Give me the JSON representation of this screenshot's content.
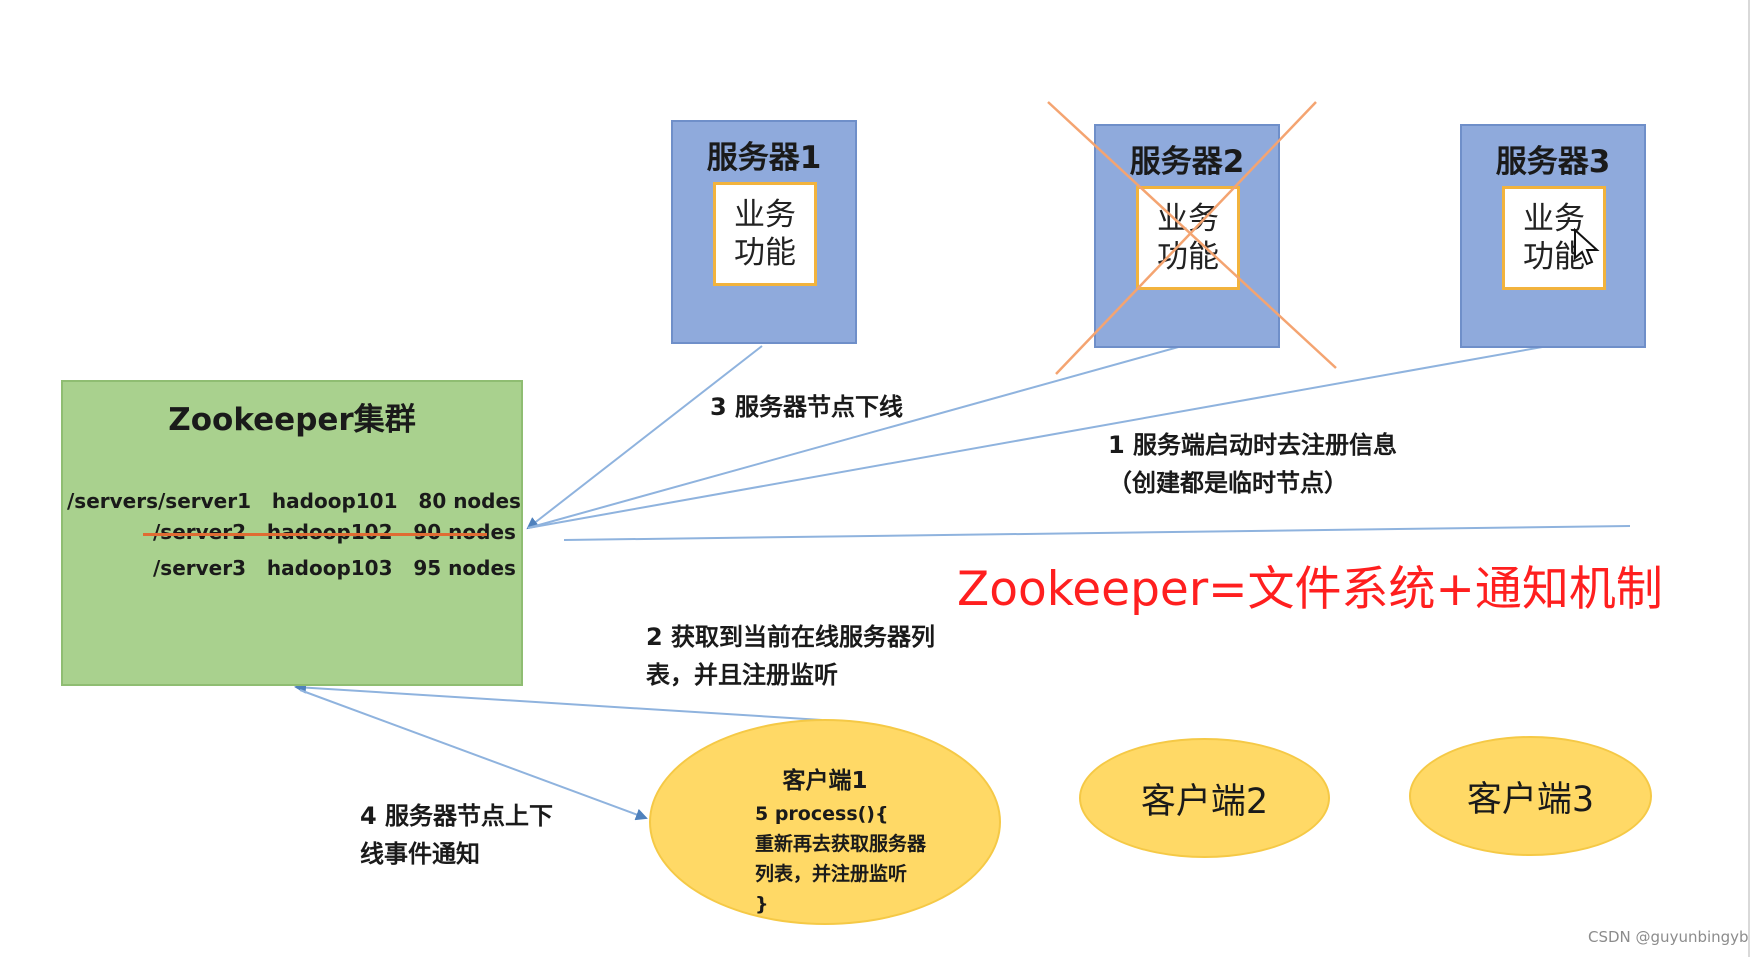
{
  "servers": [
    {
      "title": "服务器1",
      "biz": "业务功能",
      "crossed": false
    },
    {
      "title": "服务器2",
      "biz": "业务功能",
      "crossed": true
    },
    {
      "title": "服务器3",
      "biz": "业务功能",
      "crossed": false
    }
  ],
  "zookeeper": {
    "title": "Zookeeper集群",
    "rows": [
      "/servers/server1   hadoop101   80 nodes",
      "/server2   hadoop102   90 nodes",
      "/server3   hadoop103   95 nodes"
    ]
  },
  "labels": {
    "step1": "1  服务端启动时去注册信息（创建都是临时节点）",
    "step2": "2  获取到当前在线服务器列表，并且注册监听",
    "step3": "3 服务器节点下线",
    "step4": "4  服务器节点上下线事件通知"
  },
  "headline": "Zookeeper=文件系统+通知机制",
  "clients": {
    "client1": {
      "title": "客户端1",
      "code": [
        "5 process(){",
        "重新再去获取服务器",
        "列表，并注册监听",
        "}"
      ]
    },
    "client2": "客户端2",
    "client3": "客户端3"
  },
  "watermark": "CSDN @guyunbingyb",
  "colors": {
    "server_fill": "#8faadc",
    "zookeeper_fill": "#a9d18e",
    "client_fill": "#ffd966",
    "headline": "#ff1f1f",
    "cross": "#f4a471",
    "arrow": "#8fb3de"
  }
}
